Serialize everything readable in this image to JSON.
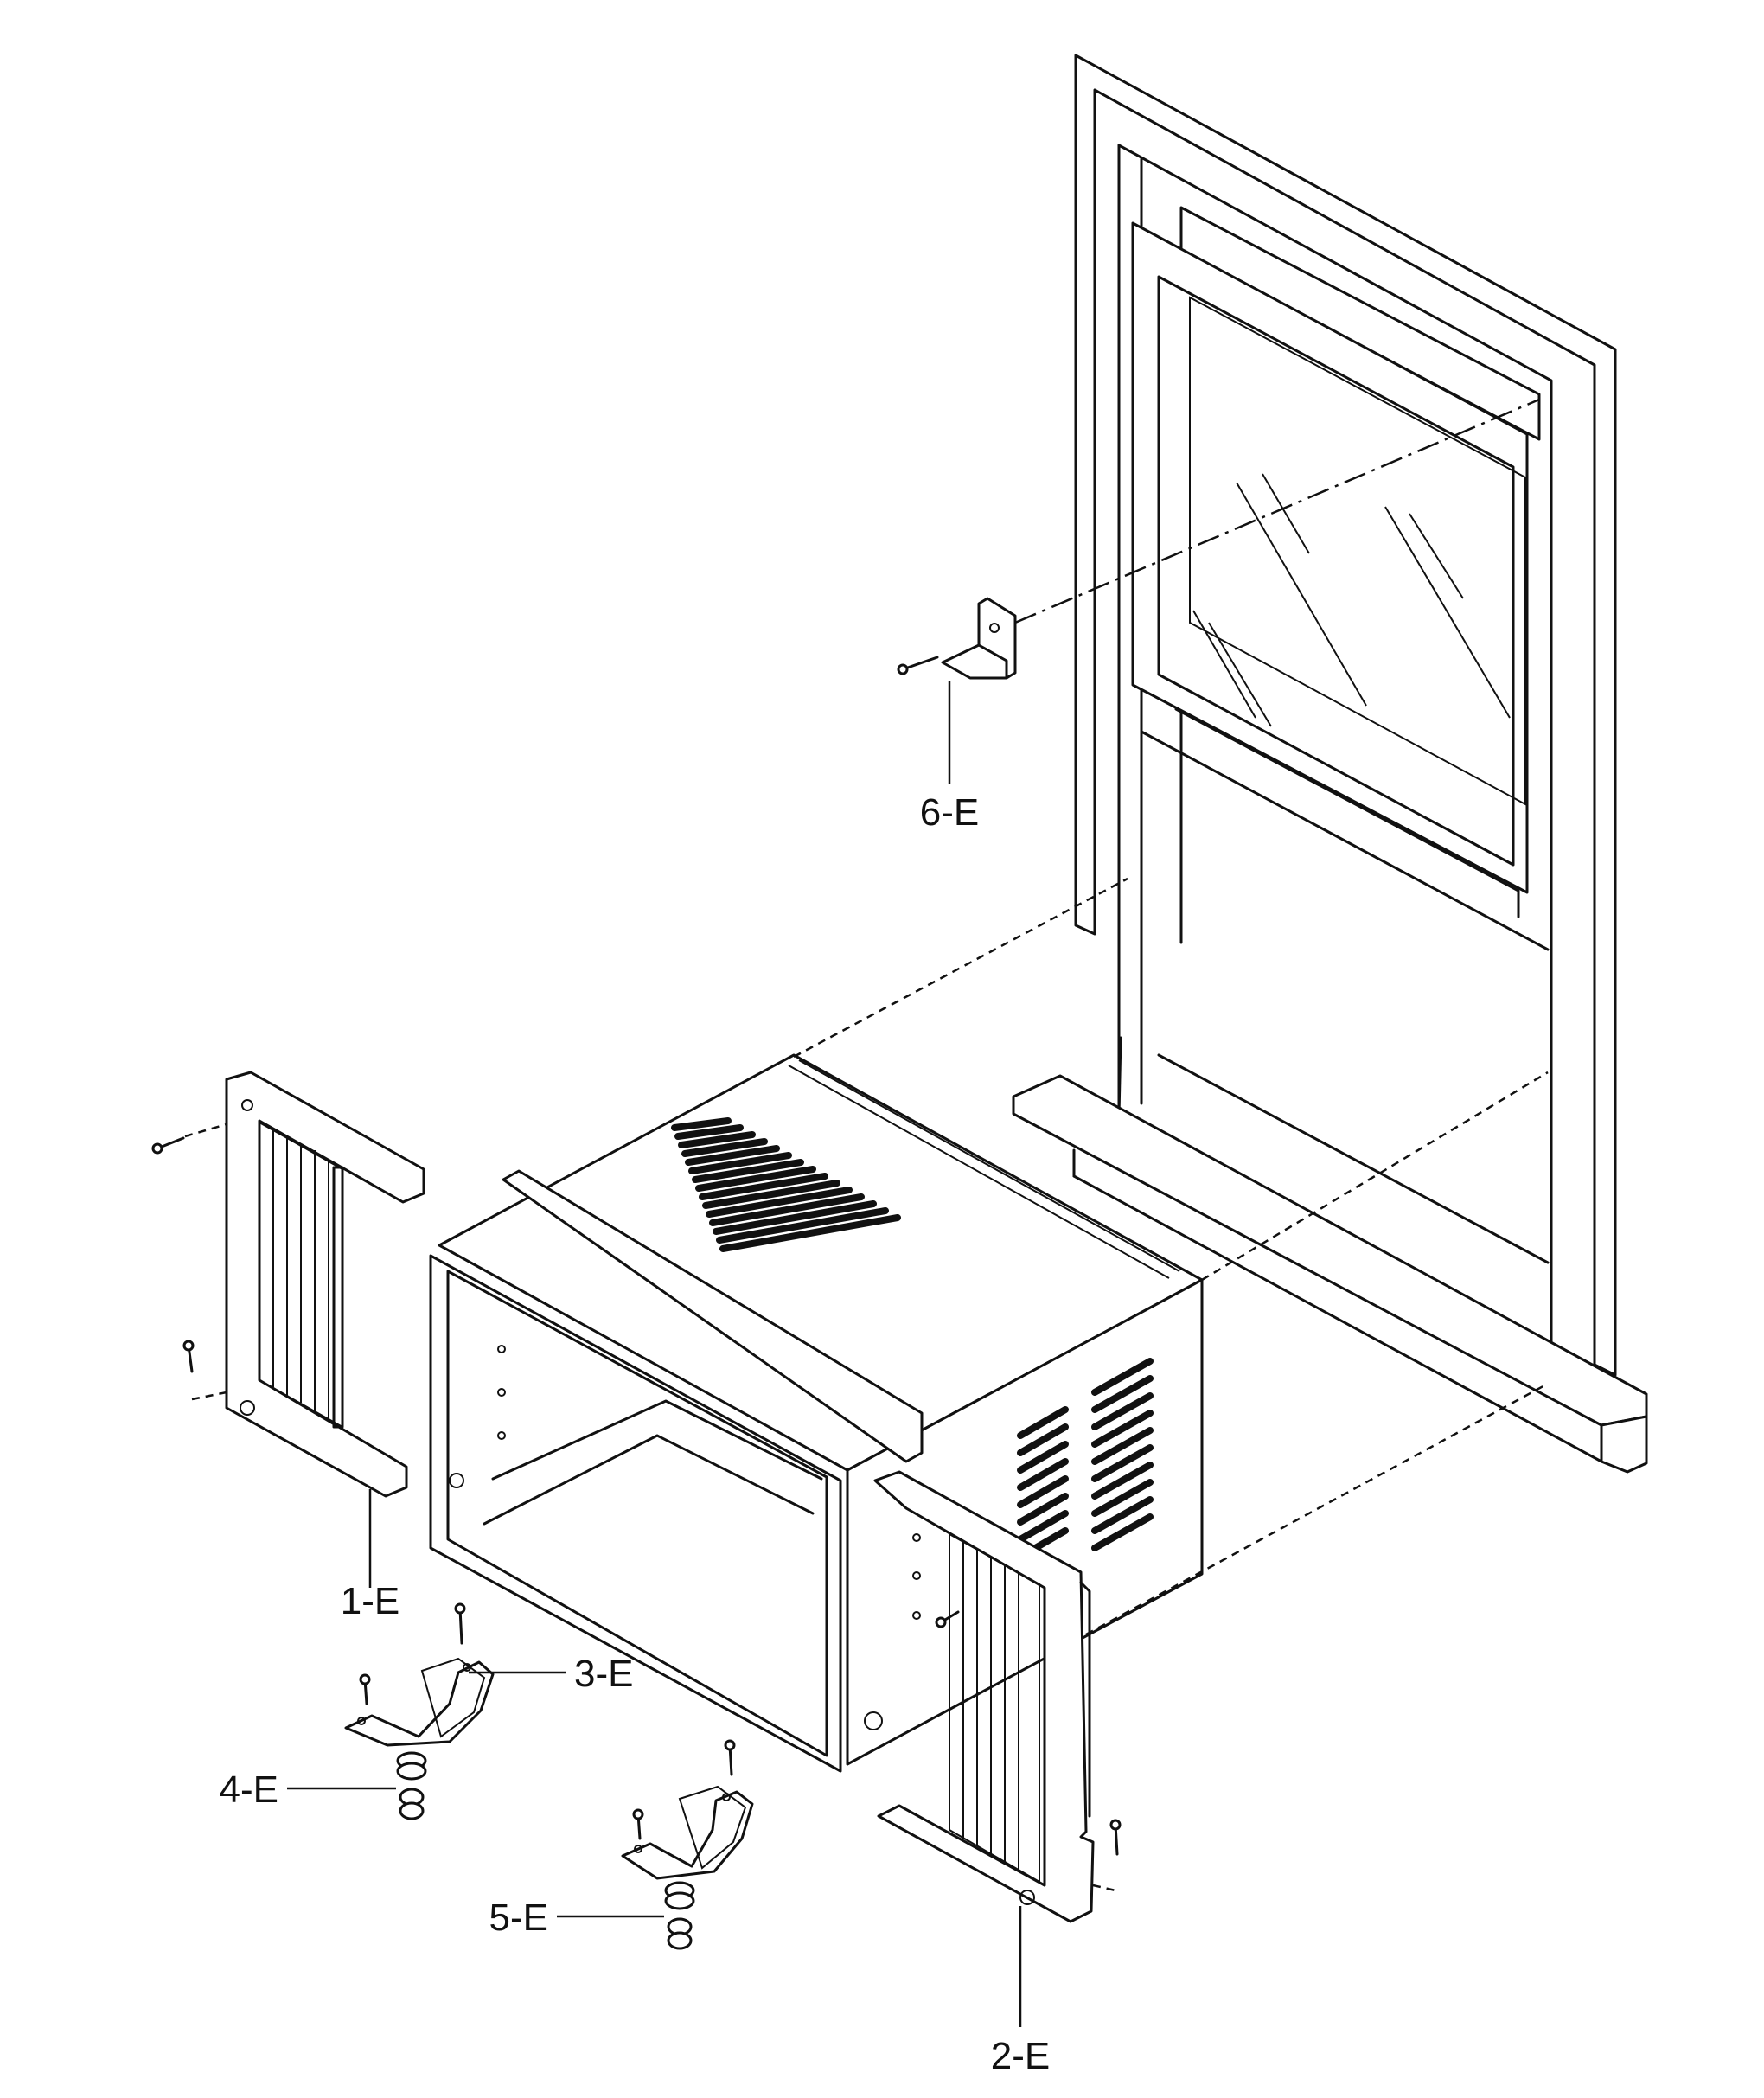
{
  "callouts": [
    {
      "id": "1-E",
      "label": "1-E"
    },
    {
      "id": "2-E",
      "label": "2-E"
    },
    {
      "id": "3-E",
      "label": "3-E"
    },
    {
      "id": "4-E",
      "label": "4-E"
    },
    {
      "id": "5-E",
      "label": "5-E"
    },
    {
      "id": "6-E",
      "label": "6-E"
    }
  ],
  "parts": [
    {
      "id": "window",
      "icon": "window-frame-icon"
    },
    {
      "id": "cabinet",
      "icon": "ac-cabinet-icon"
    },
    {
      "id": "left-curtain",
      "icon": "side-curtain-panel-icon"
    },
    {
      "id": "right-curtain",
      "icon": "side-curtain-panel-icon"
    },
    {
      "id": "support-bracket-left",
      "icon": "support-bracket-icon"
    },
    {
      "id": "support-bracket-right",
      "icon": "support-bracket-icon"
    },
    {
      "id": "sash-lock",
      "icon": "angle-bracket-icon"
    }
  ]
}
